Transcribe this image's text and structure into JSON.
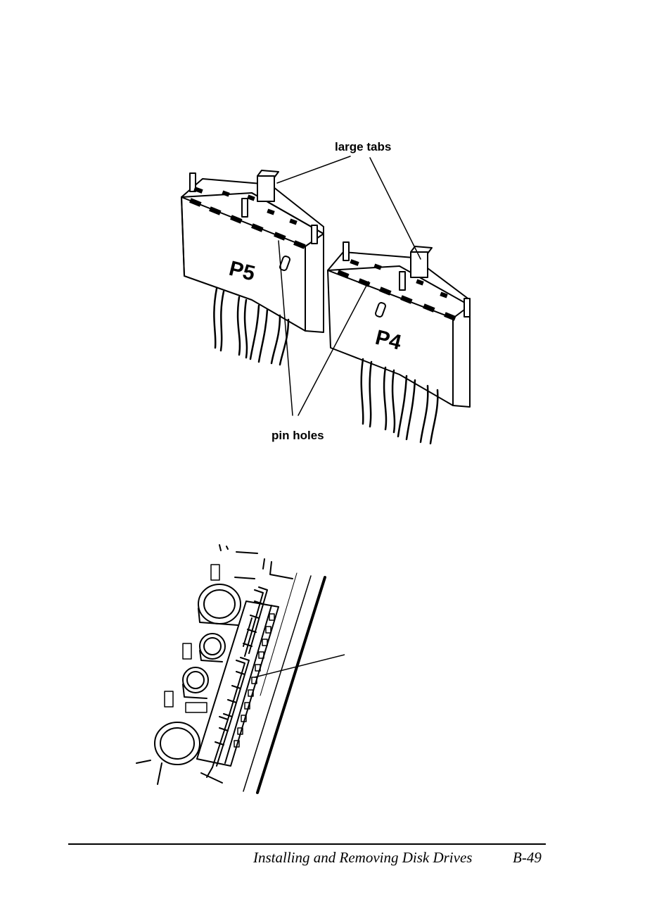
{
  "figure_connectors": {
    "label_large_tabs": "large tabs",
    "label_pin_holes": "pin holes",
    "connector_left_label": "P5",
    "connector_right_label": "P4"
  },
  "figure_board": {},
  "footer": {
    "title": "Installing and Removing Disk Drives",
    "page_number": "B-49"
  }
}
